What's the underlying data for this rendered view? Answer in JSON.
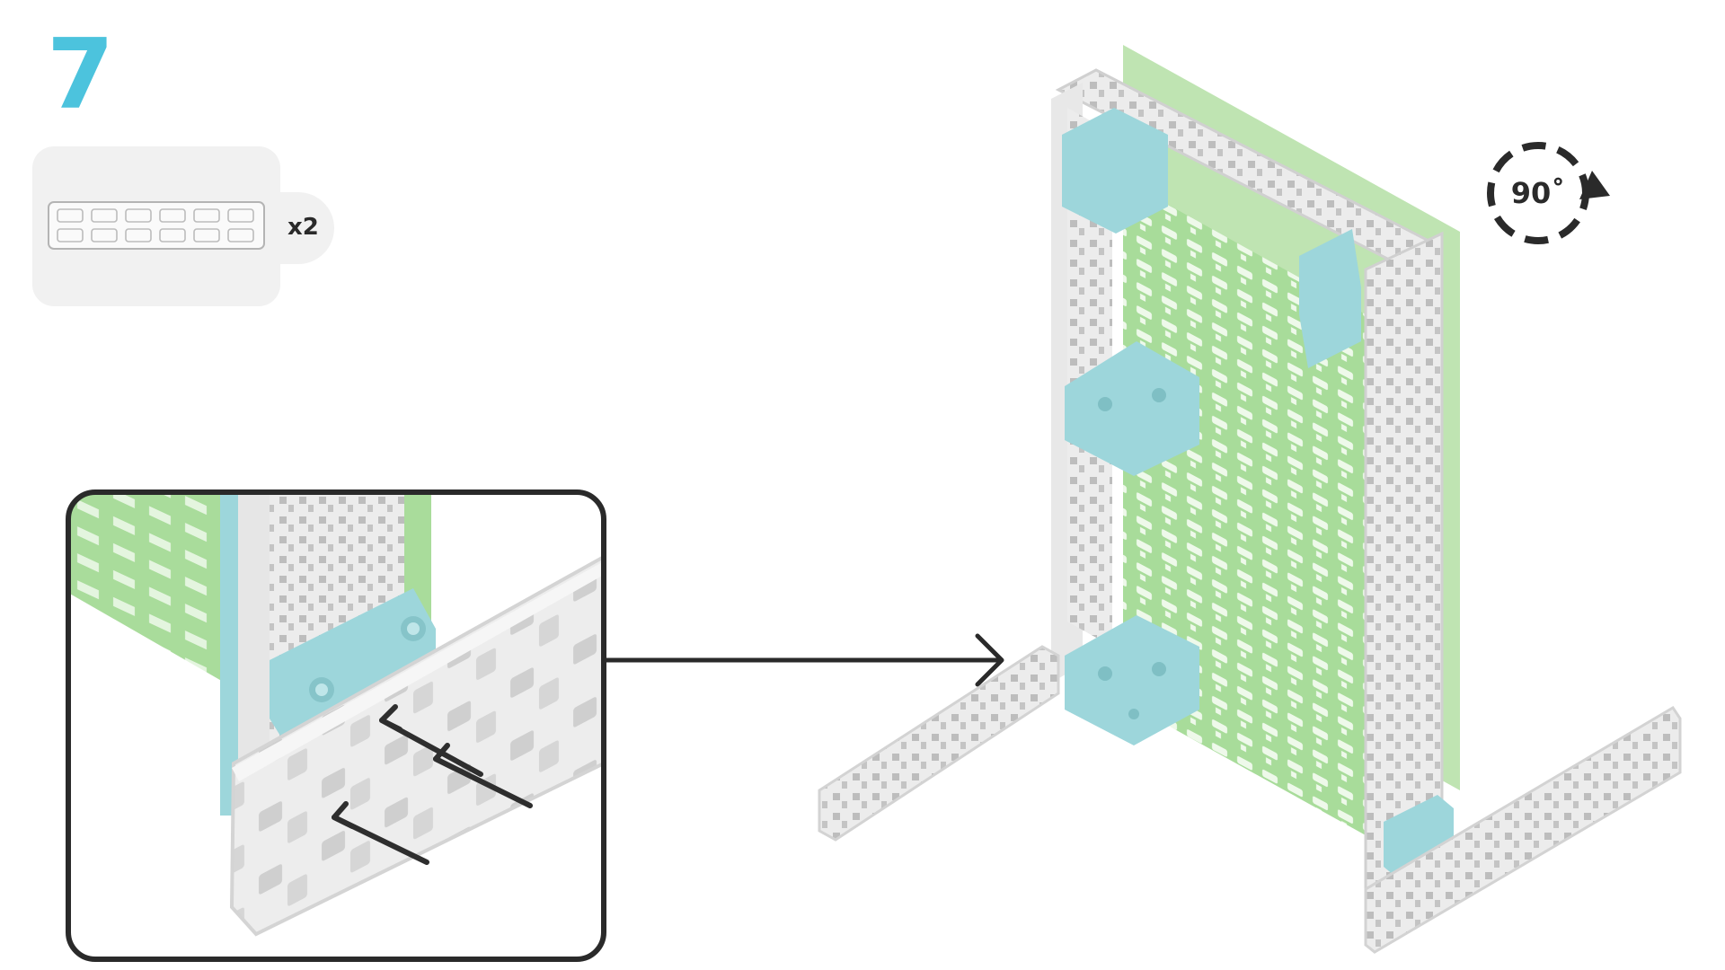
{
  "step": {
    "number": "7"
  },
  "parts": [
    {
      "part": "short-beam",
      "quantity": "x2"
    }
  ],
  "rotate_hint": {
    "label": "90˚",
    "icon": "rotate-clockwise-icon"
  },
  "colors": {
    "step_accent": "#4cc3dd",
    "frame_white": "#ececec",
    "plate_green": "#a8dc9a",
    "connector_blue": "#9dd6db",
    "outline_dark": "#2a2a2a",
    "card_grey": "#f1f1f1"
  },
  "icons": [
    "short-beam-part-icon",
    "rotate-clockwise-icon",
    "pointer-arrow-icon",
    "insert-arrow-icon"
  ]
}
